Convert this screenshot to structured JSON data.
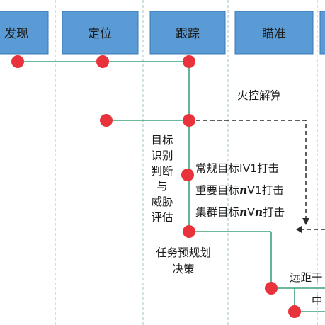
{
  "phases": [
    {
      "label": "发现"
    },
    {
      "label": "定位"
    },
    {
      "label": "跟踪"
    },
    {
      "label": "瞄准"
    }
  ],
  "fire_control": "火控解算",
  "target_assessment": [
    "目标",
    "识别",
    "判断",
    "与",
    "威胁",
    "评估"
  ],
  "strikes": [
    {
      "prefix": "常规目标",
      "var": "",
      "suffix": "IV1打击"
    },
    {
      "prefix": "重要目标",
      "var": "n",
      "suffix": "V1打击"
    },
    {
      "prefix": "集群目标",
      "var": "n",
      "mid": "V",
      "var2": "n",
      "suffix": "打击"
    }
  ],
  "task_planning": [
    "任务预规划",
    "决策"
  ],
  "far_label": "远距干",
  "mid_label": "中",
  "colors": {
    "phase_box": "#5b9bd5",
    "phase_border": "#3a78b3",
    "node_red": "#e8333c",
    "line_green": "#3fa278",
    "dashed_divider": "#9fc3c6",
    "dashed_arrow": "#2b2b2b"
  }
}
